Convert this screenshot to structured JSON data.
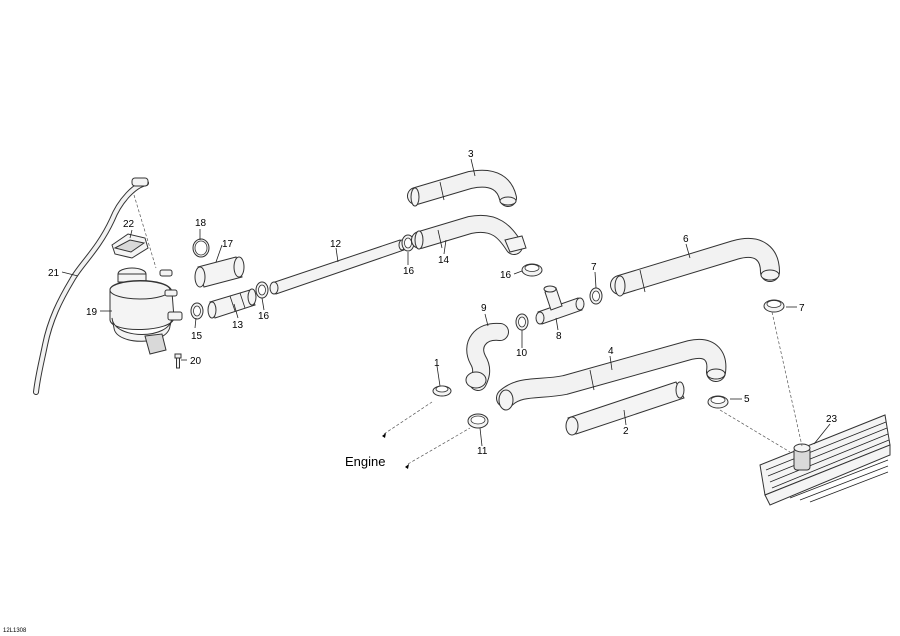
{
  "labels": {
    "c1": "1",
    "c2": "2",
    "c3": "3",
    "c4": "4",
    "c5": "5",
    "c6": "6",
    "c7a": "7",
    "c7b": "7",
    "c8": "8",
    "c9": "9",
    "c10": "10",
    "c11": "11",
    "c12": "12",
    "c13": "13",
    "c14": "14",
    "c15": "15",
    "c16a": "16",
    "c16b": "16",
    "c16c": "16",
    "c17": "17",
    "c18": "18",
    "c19": "19",
    "c20": "20",
    "c21": "21",
    "c22": "22",
    "c23": "23"
  },
  "engine_label": "Engine",
  "drawing_code": "12L1308"
}
